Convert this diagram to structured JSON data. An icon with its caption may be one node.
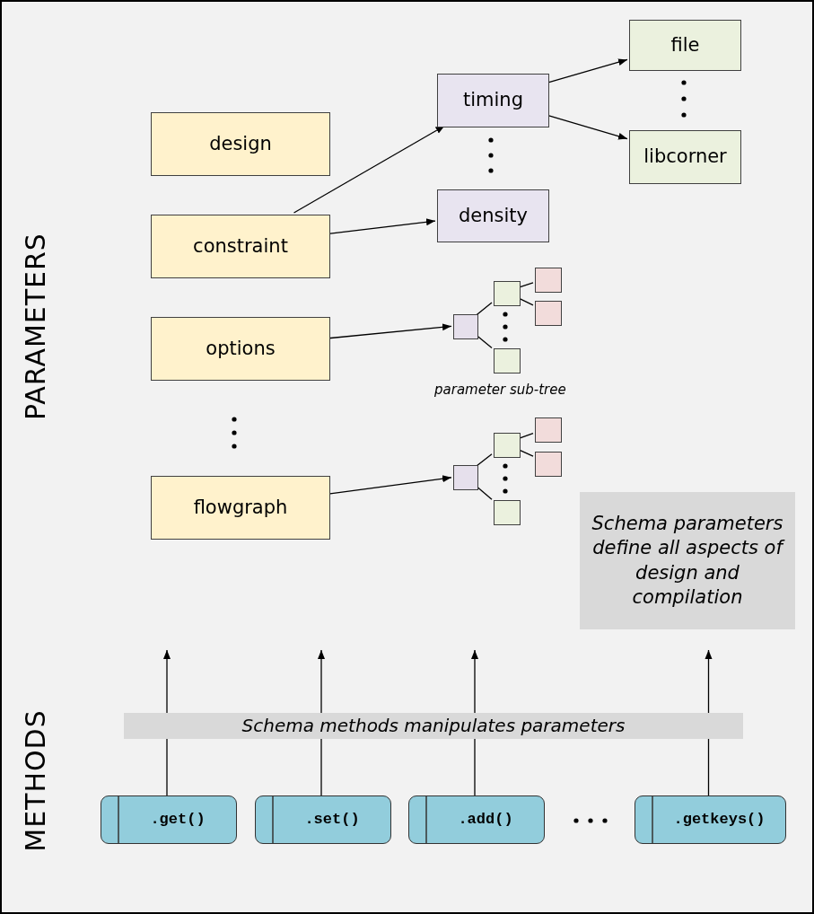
{
  "diagram": {
    "nodes": [
      {
        "text": [
          "PARAMETERS"
        ]
      },
      {
        "text": [
          "design"
        ],
        "in": 0
      },
      {
        "text": [
          "constraint"
        ],
        "in": 0
      },
      {
        "text": [
          "options"
        ],
        "in": 0
      },
      {
        "text": [
          "flowgraph"
        ],
        "in": 0
      },
      {
        "text": [
          "timing"
        ],
        "in": 0
      },
      {
        "text": [
          "density"
        ],
        "in": 0
      },
      {
        "text": [
          "file"
        ],
        "in": 0
      },
      {
        "text": [
          "libcorner"
        ],
        "in": 0
      },
      {
        "text": [],
        "shape": "box",
        "in": 0
      },
      {
        "text": [],
        "shape": "box",
        "in": 0
      },
      {
        "text": [],
        "shape": "box",
        "in": 0
      },
      {
        "text": [],
        "shape": "box",
        "in": 0
      },
      {
        "text": [],
        "shape": "box",
        "in": 0
      },
      {
        "text": [],
        "shape": "box",
        "in": 0
      },
      {
        "text": [],
        "shape": "box",
        "in": 0
      },
      {
        "text": [],
        "shape": "box",
        "in": 0
      },
      {
        "text": [],
        "shape": "box",
        "in": 0
      },
      {
        "text": [],
        "shape": "box",
        "in": 0
      },
      {
        "text": [
          "Schema parameters define all aspects of design and compilation"
        ],
        "in": 0
      },
      {
        "text": [
          "METHODS"
        ]
      },
      {
        "text": [
          ".get()"
        ],
        "in": 20
      },
      {
        "text": [
          ".set()"
        ],
        "in": 20
      },
      {
        "text": [
          ".add()"
        ],
        "in": 20
      },
      {
        "text": [
          ".getkeys()"
        ],
        "in": 20
      }
    ],
    "edges": [
      {
        "from": 2,
        "to": 5,
        "arrow": "to"
      },
      {
        "from": 2,
        "to": 6,
        "arrow": "to"
      },
      {
        "from": 5,
        "to": 7,
        "arrow": "to"
      },
      {
        "from": 5,
        "to": 8,
        "arrow": "to"
      },
      {
        "from": 3,
        "to": 9,
        "arrow": "to"
      },
      {
        "from": 9,
        "to": 10,
        "arrow": "none"
      },
      {
        "from": 9,
        "to": 11,
        "arrow": "none"
      },
      {
        "from": 10,
        "to": 12,
        "arrow": "none"
      },
      {
        "from": 10,
        "to": 13,
        "arrow": "none"
      },
      {
        "from": 4,
        "to": 14,
        "arrow": "to"
      },
      {
        "from": 14,
        "to": 15,
        "arrow": "none"
      },
      {
        "from": 14,
        "to": 16,
        "arrow": "none"
      },
      {
        "from": 15,
        "to": 17,
        "arrow": "none"
      },
      {
        "from": 15,
        "to": 18,
        "arrow": "none"
      },
      {
        "from": 21,
        "to": 0,
        "arrow": "to"
      },
      {
        "from": 22,
        "to": 0,
        "arrow": "to"
      },
      {
        "from": 23,
        "to": 0,
        "arrow": "to"
      },
      {
        "from": 24,
        "to": 0,
        "arrow": "to"
      }
    ],
    "labels": [
      "parameter sub-tree",
      "Schema methods manipulates parameters"
    ]
  }
}
